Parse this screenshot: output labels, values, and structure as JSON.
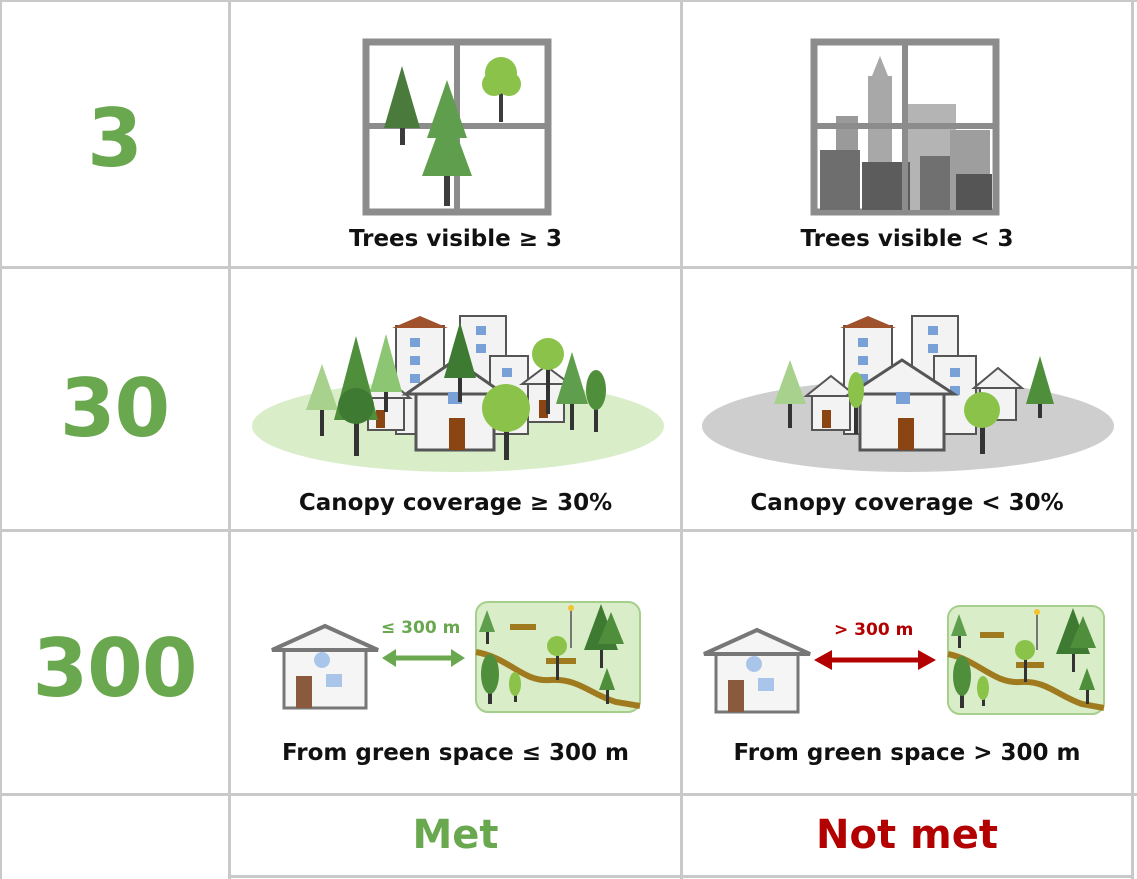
{
  "rows": [
    {
      "number": "3",
      "met_caption": "Trees visible ≥ 3",
      "notmet_caption": "Trees visible < 3"
    },
    {
      "number": "30",
      "met_caption": "Canopy coverage ≥ 30%",
      "notmet_caption": "Canopy coverage < 30%"
    },
    {
      "number": "300",
      "met_caption": "From green space ≤ 300 m",
      "notmet_caption": "From green space > 300 m",
      "met_distance": "≤ 300 m",
      "notmet_distance": "> 300 m"
    }
  ],
  "footer": {
    "met_label": "Met",
    "notmet_label": "Not met"
  },
  "colors": {
    "green": "#6aa84f",
    "red": "#b30000",
    "grid": "#c9c9c9"
  }
}
